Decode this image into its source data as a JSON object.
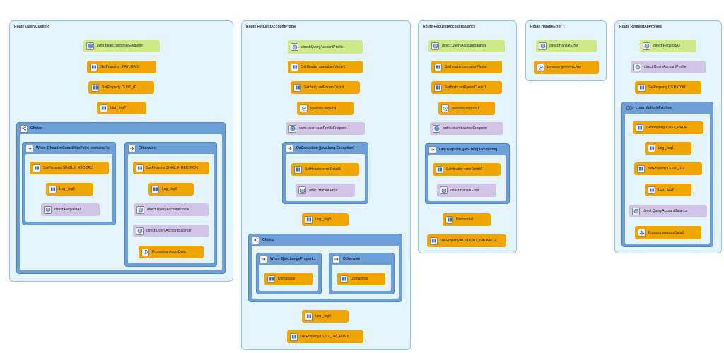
{
  "routes": {
    "query_cust_info": {
      "title": "Route QueryCustInfo",
      "n1": "cxfrs:bean:customerEndpoint",
      "n2": "SetProperty _PAYLOAD",
      "n3": "SetProperty CUST_ID",
      "n4": "Log _log7",
      "choice": "Choice",
      "when": "When ${header.CamelHttpPath} contains '/a",
      "w1": "SetProperty SINGLE_RECORD",
      "w2": "Log _log5",
      "w3": "direct:RequestAll",
      "otherwise": "Otherwise",
      "o1": "SetProperty SINGLE_RECORD1",
      "o2": "Log _log6",
      "o3": "direct:QueryAccountProfile",
      "o4": "direct:QueryAccountBalance",
      "o5": "Process processData"
    },
    "request_account_profile": {
      "title": "Route RequestAccountProfile",
      "n1": "direct:QueryAccountProfile",
      "n2": "SetHeader operationName1",
      "n3": "SetBody setParamCustId",
      "n4": "Process request",
      "n5": "cxfrs:bean:custProfileEndpoint",
      "onexc": "OnException [java.lang.Exception]",
      "e1": "SetHeader errorDetail1",
      "e2": "direct:HandleError",
      "n6": "Log _log3",
      "choice": "Choice",
      "when": "When $[exchangePropert...",
      "w1": "Unmarshal",
      "otherwise": "Otherwise",
      "o1": "Unmarshal",
      "n7": "Log _log6",
      "n8": "SetProperty CUST_PROFILES"
    },
    "request_account_balance": {
      "title": "Route RequestAccountBalance",
      "n1": "direct:QueryAccountBalance",
      "n2": "SetHeader operationName",
      "n3": "SetBody setParamCustId1",
      "n4": "Process request1",
      "n5": "cxfrs:bean:balanceEndpoint",
      "onexc": "OnException [java.lang.Exception]",
      "e1": "SetHeader errorDetail2",
      "e2": "direct:HandleError",
      "n6": "Unmarshal",
      "n7": "SetProperty ACCOUNT_BALANCE"
    },
    "handle_error": {
      "title": "Route HandleError",
      "n1": "direct:HandleError",
      "n2": "Process processError"
    },
    "request_all_profiles": {
      "title": "Route RequestAllProfiles",
      "n1": "direct:RequestAll",
      "n2": "direct:QueryAccountProfile",
      "n3": "SetProperty ITERATOR",
      "loop": "Loop MultipleProfiles",
      "l1": "SetProperty CUST_PROF",
      "l2": "Log _log1",
      "l3": "SetProperty CUST_ID1",
      "l4": "Log _log2",
      "l5": "direct:QueryAccountBalance",
      "l6": "Process processData1"
    }
  },
  "colors": {
    "endpoint_green": "#cfe98a",
    "processor_orange": "#f0a500",
    "endpoint_purple": "#d2c4e6",
    "container_blue": "#6c9fd8",
    "route_bg": "#e3f4fc"
  }
}
